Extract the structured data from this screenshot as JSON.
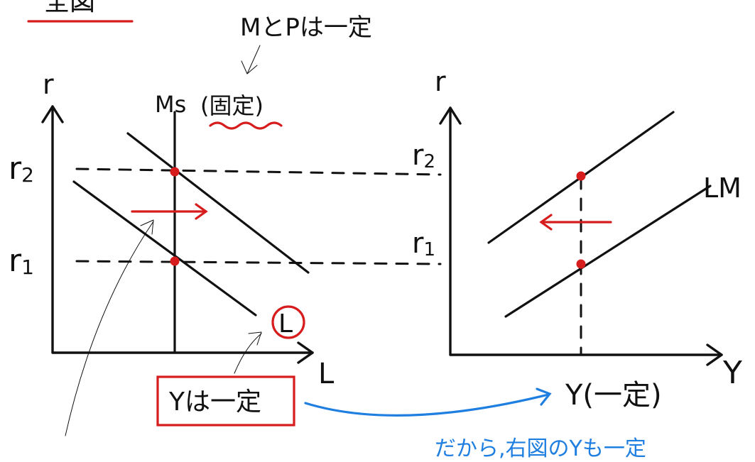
{
  "colors": {
    "ink": "#111111",
    "accent_red": "#d61c1c",
    "accent_blue": "#1f7fe0"
  },
  "heading": {
    "text": "全図"
  },
  "left_panel": {
    "y_axis_label": "r",
    "x_axis_label": "L",
    "r2_label": "r",
    "r2_sub": "2",
    "r1_label": "r",
    "r1_sub": "1",
    "ms_label": "Ms",
    "ms_note": "(固定)",
    "mp_note": "MとPは一定",
    "demand_label": "L",
    "y_const_box": "Yは一定"
  },
  "right_panel": {
    "y_axis_label": "r",
    "x_axis_label": "Y",
    "r2_label": "r",
    "r2_sub": "2",
    "r1_label": "r",
    "r1_sub": "1",
    "lm_label": "LM",
    "y_tick_label": "Y(一定)"
  },
  "blue_note": {
    "text": "だから,右図のYも一定"
  }
}
